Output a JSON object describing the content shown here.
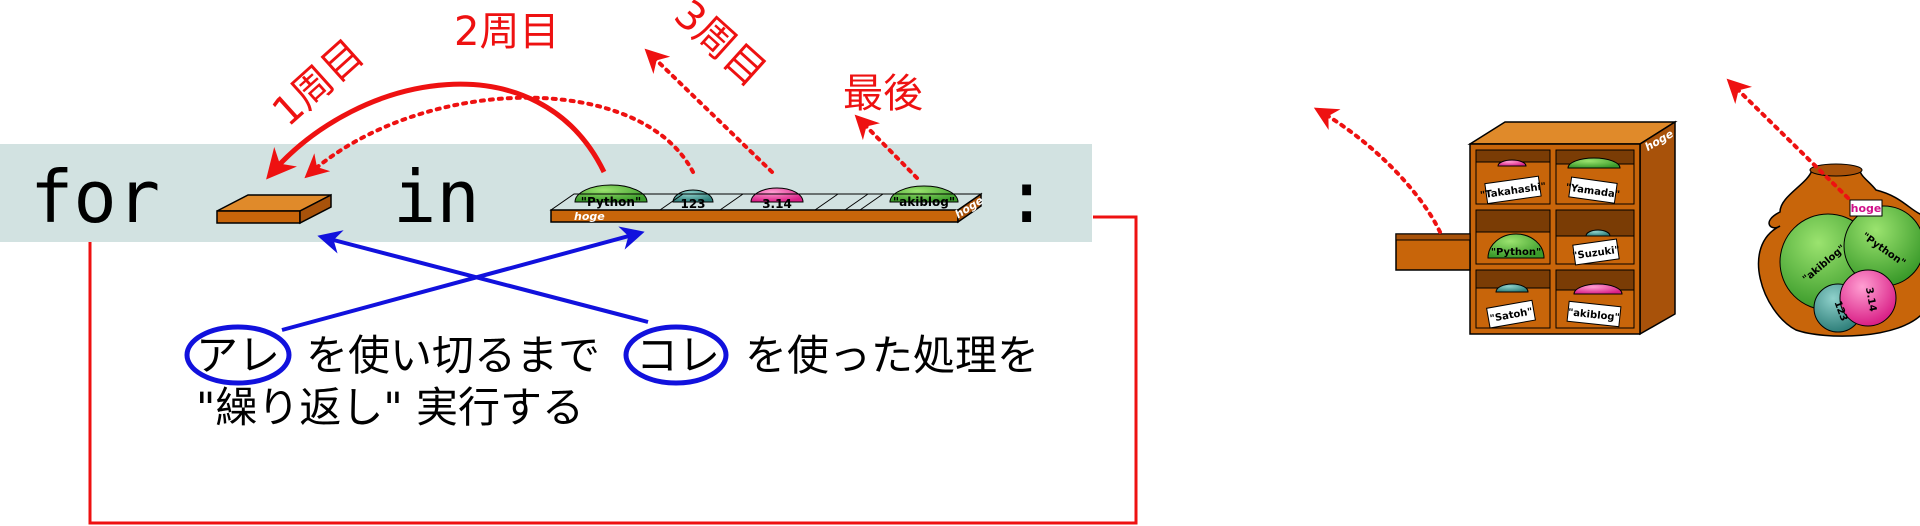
{
  "code": {
    "keyword_for": "for",
    "keyword_in": "in",
    "colon": ":"
  },
  "iteration_labels": {
    "first": "1周目",
    "second": "2周目",
    "third": "3周目",
    "last": "最後"
  },
  "explanation": {
    "line1_are": "アレ",
    "line1_mid": "を使い切るまで",
    "line1_kore": "コレ",
    "line1_end": "を使った処理を",
    "line2": "\"繰り返し\" 実行する"
  },
  "tray": {
    "name": "hoge",
    "balls": [
      "\"Python\"",
      "123",
      "3.14",
      "\"akiblog\""
    ]
  },
  "cabinet": {
    "name": "hoge",
    "tags": [
      "\"Takahashi\"",
      "\"Yamada\"",
      "\"Python\"",
      "\"Suzuki\"",
      "\"Satoh\"",
      "\"akiblog\""
    ]
  },
  "bag": {
    "name": "hoge",
    "balls": [
      "\"akiblog\"",
      "\"Python\"",
      "123",
      "3.14"
    ]
  },
  "colors": {
    "band": "#d2e2e1",
    "red": "#ee1111",
    "blue": "#1111dd",
    "wood": "#c8650a",
    "wood_dark": "#8a4200",
    "green": "#4ab83a",
    "teal": "#4fa6a0",
    "pink": "#ee3fa0"
  }
}
